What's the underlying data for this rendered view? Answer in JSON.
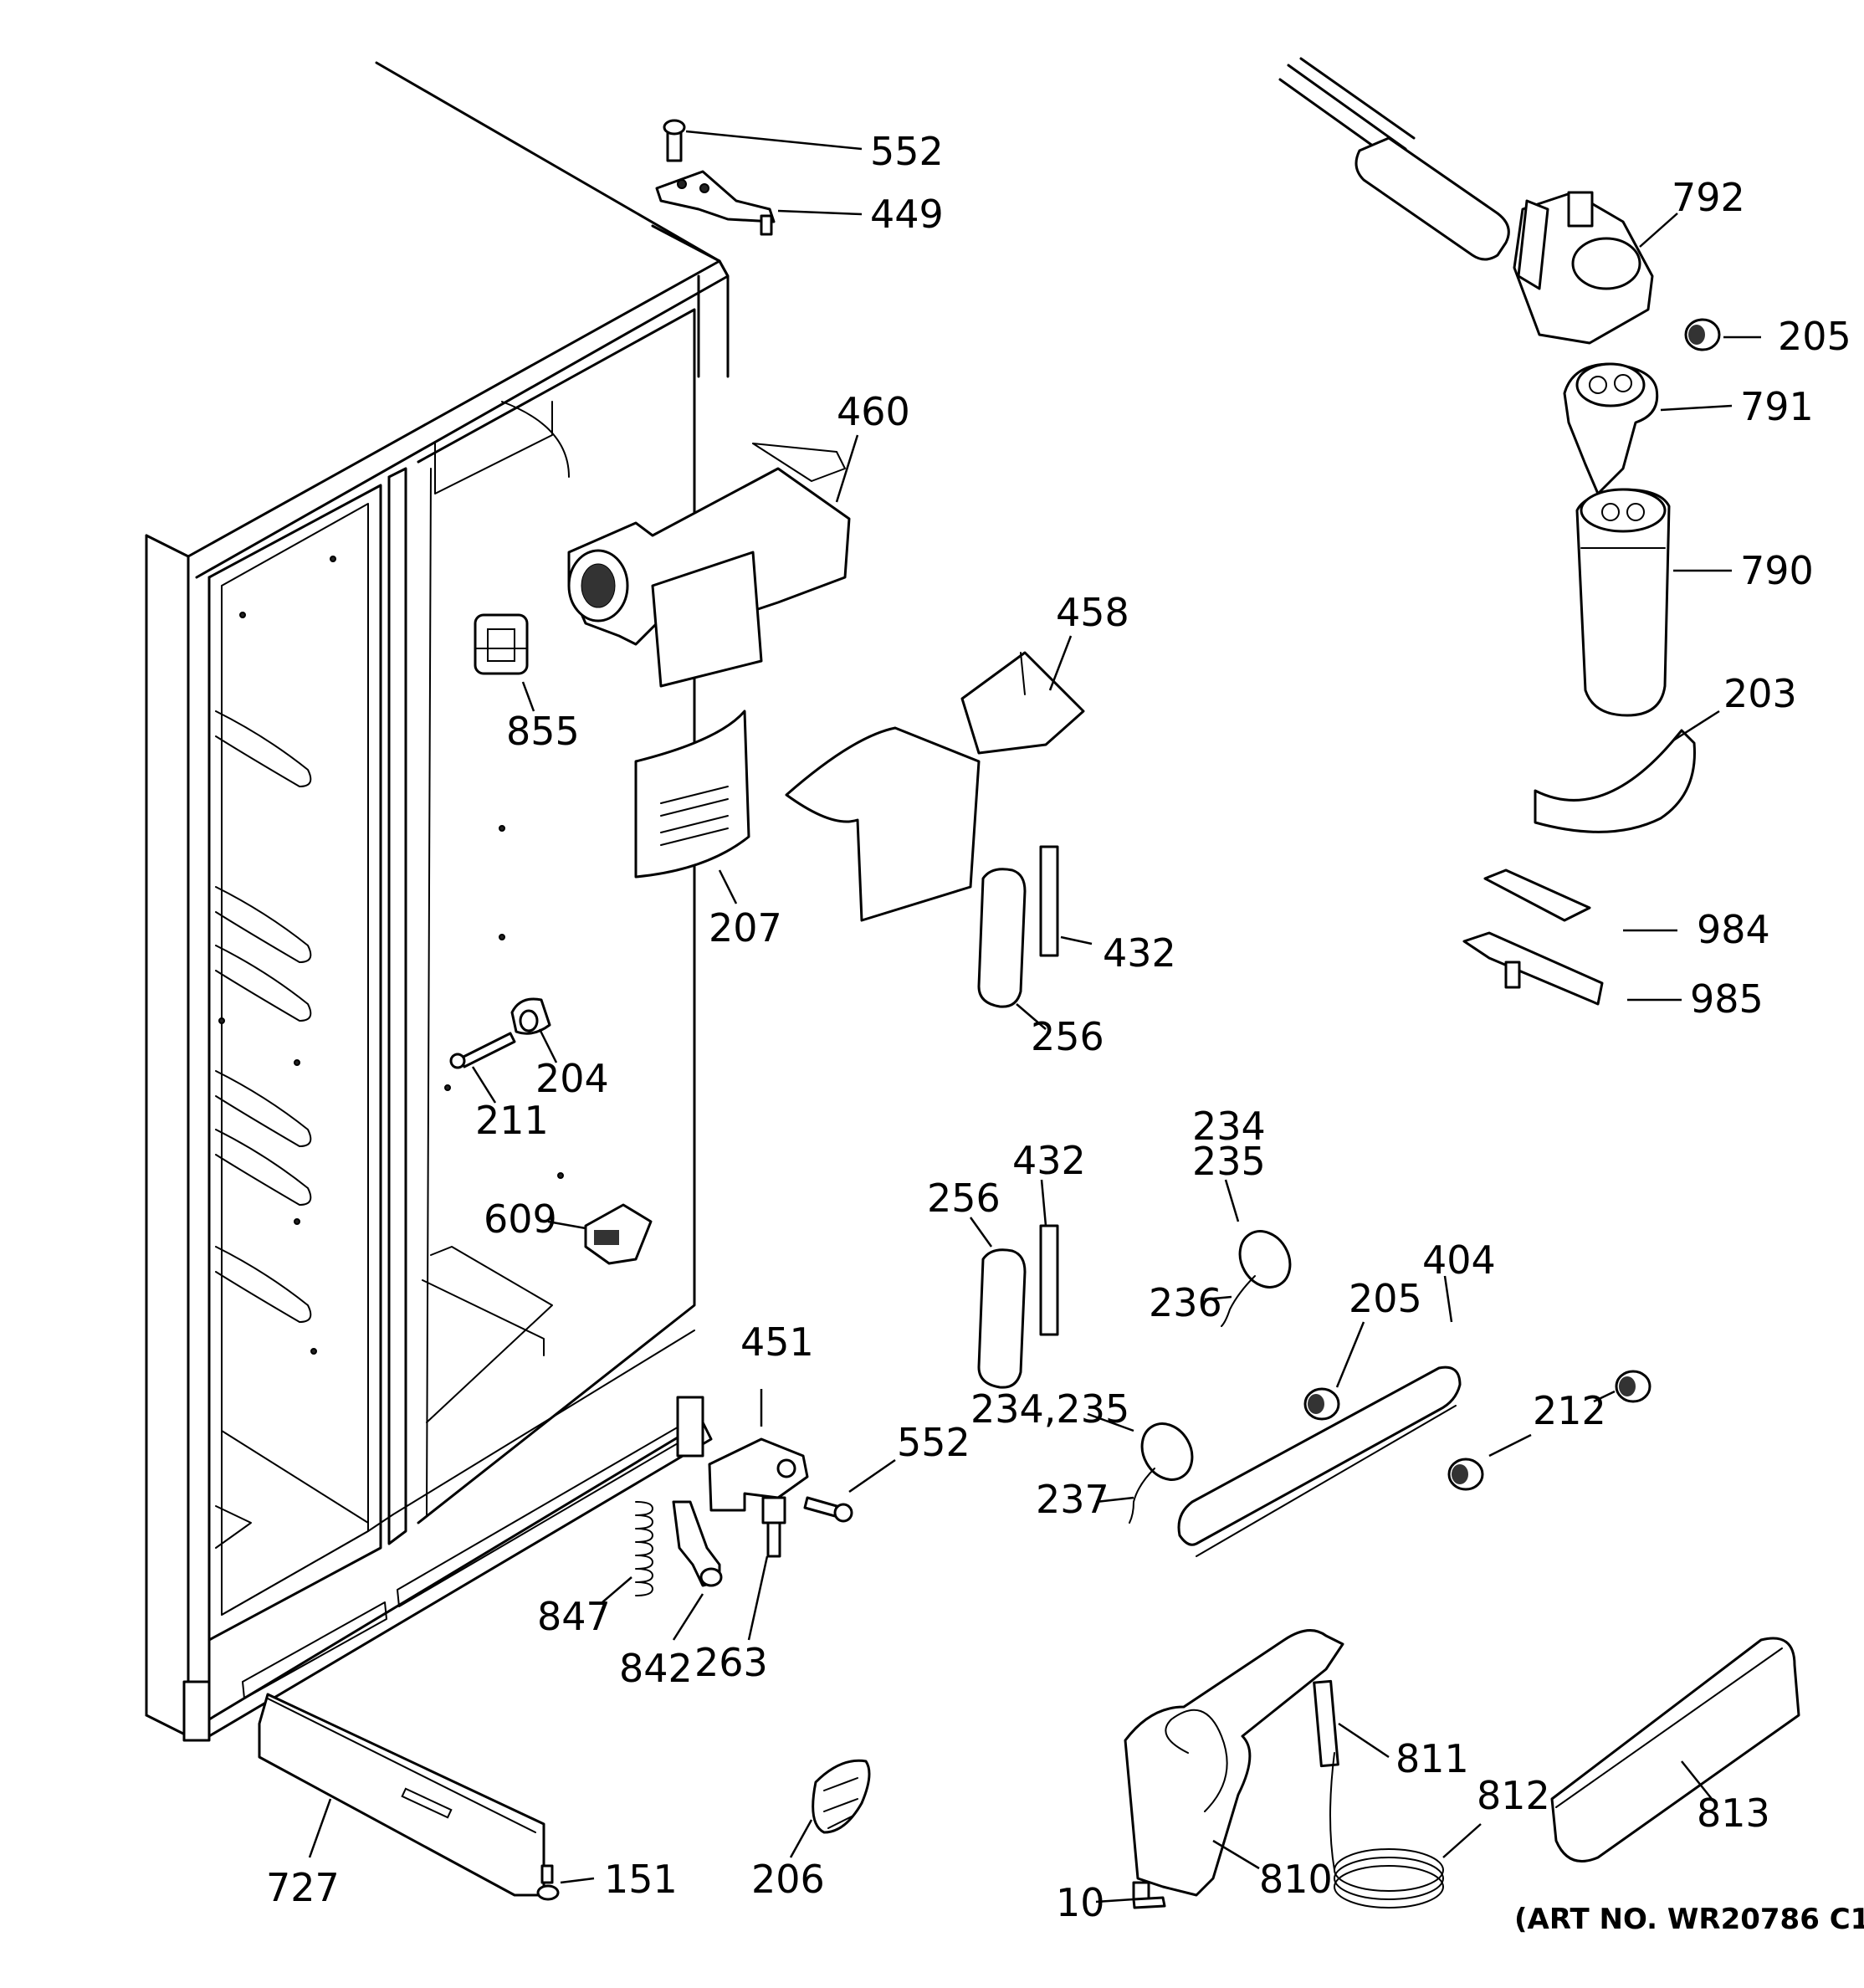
{
  "diagram": {
    "art_number": "(ART NO. WR20786 C1",
    "callouts": {
      "c552_top": "552",
      "c449": "449",
      "c792": "792",
      "c205_top": "205",
      "c791": "791",
      "c460": "460",
      "c790": "790",
      "c458": "458",
      "c203": "203",
      "c855": "855",
      "c207": "207",
      "c984": "984",
      "c432_a": "432",
      "c985": "985",
      "c256_a": "256",
      "c204": "204",
      "c211": "211",
      "c234_a": "234",
      "c235_a": "235",
      "c432_b": "432",
      "c256_b": "256",
      "c609": "609",
      "c404": "404",
      "c236": "236",
      "c205_mid": "205",
      "c451": "451",
      "c234_235": "234,235",
      "c212": "212",
      "c552_mid": "552",
      "c237": "237",
      "c847": "847",
      "c842": "842",
      "c263": "263",
      "c811": "811",
      "c812": "812",
      "c813": "813",
      "c727": "727",
      "c151": "151",
      "c206": "206",
      "c810": "810",
      "c10": "10"
    }
  }
}
